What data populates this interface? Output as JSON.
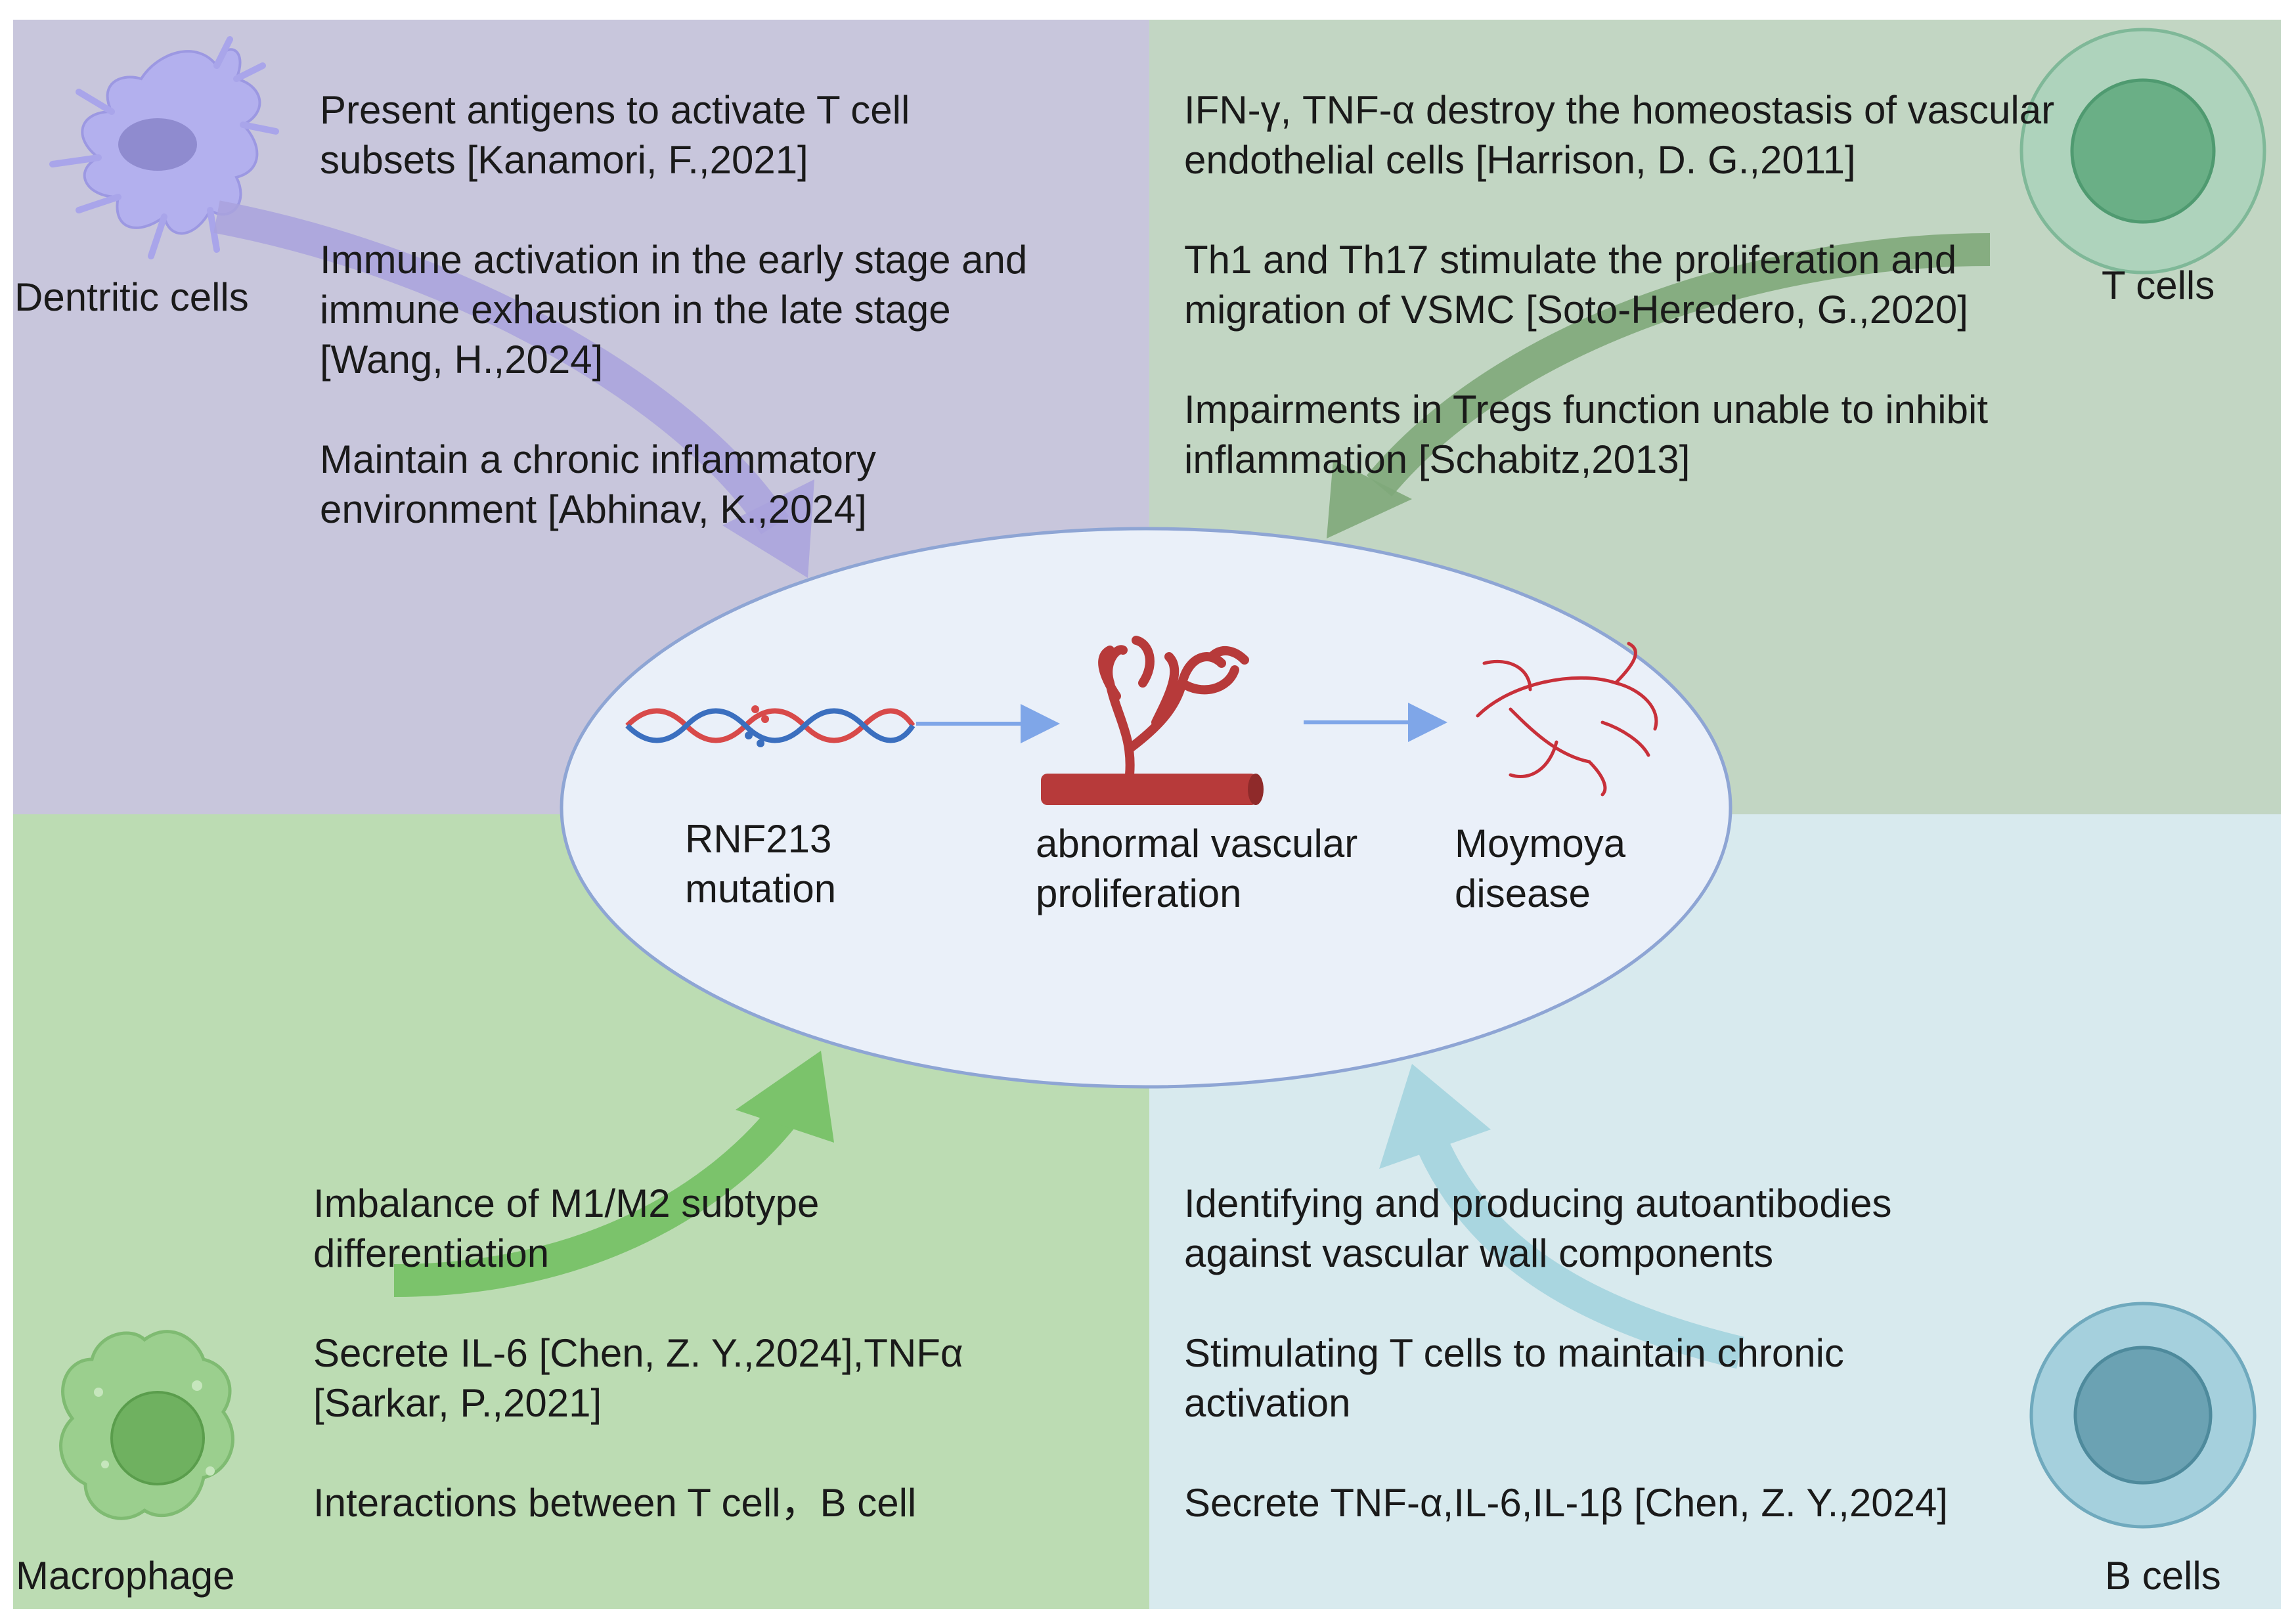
{
  "quadrants": {
    "dendritic": {
      "label": "Dentritic cells",
      "items": [
        "Present antigens to activate T cell subsets [Kanamori, F.,2021]",
        "Immune activation in the early stage and immune exhaustion in the late stage [Wang, H.,2024]",
        "Maintain a chronic inflammatory environment [Abhinav, K.,2024]"
      ],
      "color": "#c8c6dc"
    },
    "tcells": {
      "label": "T cells",
      "items": [
        "IFN-γ, TNF-α destroy the homeostasis of vascular endothelial cells [Harrison, D. G.,2011]",
        "Th1 and Th17 stimulate the proliferation and migration of VSMC [Soto-Heredero, G.,2020]",
        "Impairments in Tregs function unable to inhibit inflammation [Schabitz,2013]"
      ],
      "color": "#c2d6c3"
    },
    "macrophage": {
      "label": "Macrophage",
      "items": [
        "Imbalance of M1/M2 subtype differentiation",
        "Secrete IL-6 [Chen, Z. Y.,2024],TNFα [Sarkar, P.,2021]",
        "Interactions between T cell，B cell"
      ],
      "color": "#bcdcb3"
    },
    "bcells": {
      "label": "B cells",
      "items": [
        "Identifying and producing autoantibodies against vascular wall components",
        "Stimulating T cells to maintain chronic activation",
        "Secrete TNF-α,IL-6,IL-1β [Chen, Z. Y.,2024]"
      ],
      "color": "#d8eaee"
    }
  },
  "center": {
    "step1": "RNF213\nmutation",
    "step2": "abnormal vascular\nproliferation",
    "step3": "Moymoya\ndisease",
    "fill": "#eaf0f9",
    "stroke": "#8ea5d4"
  }
}
